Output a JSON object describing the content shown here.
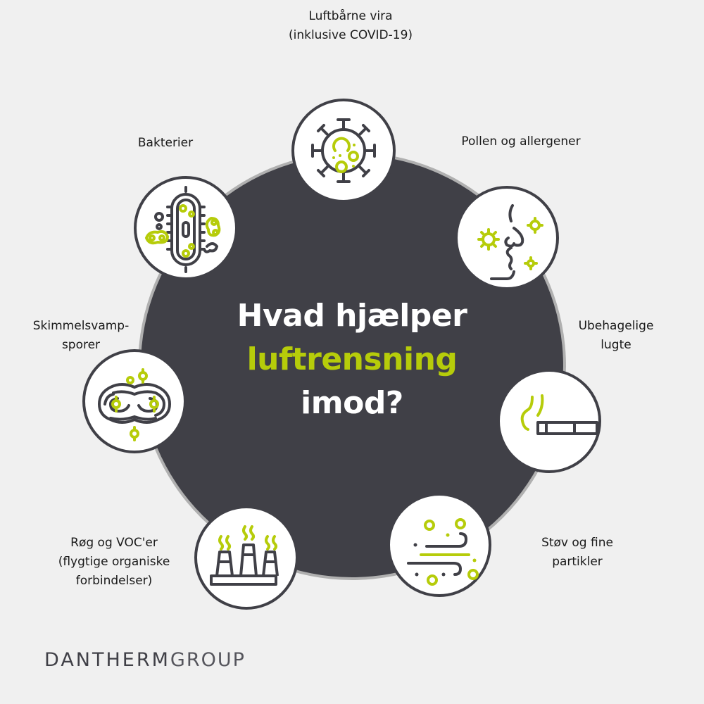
{
  "headline": {
    "line1": "Hvad hjælper",
    "line2": "luftrensning",
    "line3": "imod?"
  },
  "colors": {
    "background": "#f0f0f0",
    "dark": "#404047",
    "accent": "#b6cc0a",
    "ring": "#b0b0b0"
  },
  "items": [
    {
      "id": "virus",
      "icon": "virus-icon",
      "label_lines": [
        "Luftbårne vira",
        "(inklusive COVID-19)"
      ]
    },
    {
      "id": "pollen",
      "icon": "pollen-face-icon",
      "label_lines": [
        "Pollen og allergener"
      ]
    },
    {
      "id": "odors",
      "icon": "cigarette-icon",
      "label_lines": [
        "Ubehagelige",
        "lugte"
      ]
    },
    {
      "id": "dust",
      "icon": "dust-wind-icon",
      "label_lines": [
        "Støv og fine",
        "partikler"
      ]
    },
    {
      "id": "smoke",
      "icon": "factory-smoke-icon",
      "label_lines": [
        "Røg og VOC'er",
        "(flygtige organiske",
        "forbindelser)"
      ]
    },
    {
      "id": "mold",
      "icon": "mold-spore-icon",
      "label_lines": [
        "Skimmelsvamp-",
        "sporer"
      ]
    },
    {
      "id": "bacteria",
      "icon": "bacteria-icon",
      "label_lines": [
        "Bakterier"
      ]
    }
  ],
  "logo": {
    "bold": "DANTHERM",
    "light": "GROUP"
  }
}
